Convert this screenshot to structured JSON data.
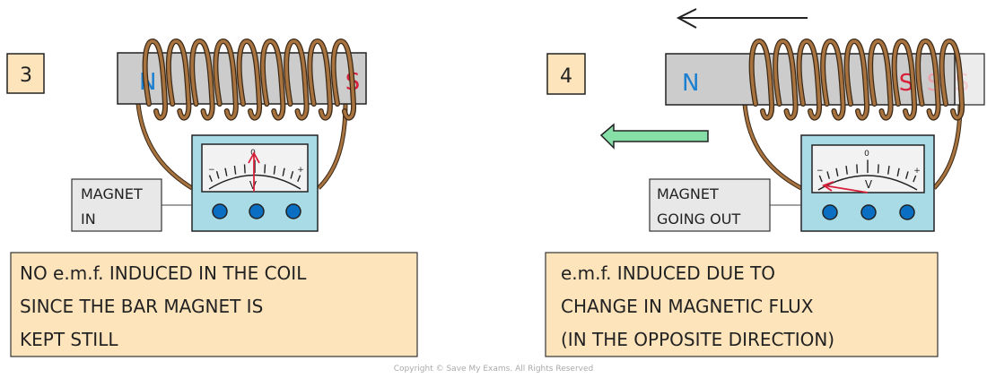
{
  "panels": [
    {
      "number": "3",
      "north_label": "N",
      "south_label": "S",
      "meter": {
        "zero": "0",
        "minus": "−",
        "plus": "+",
        "unit": "V",
        "needle_position": "center"
      },
      "state_label": [
        "MAGNET",
        "IN"
      ],
      "caption": [
        "NO e.m.f. INDUCED IN THE COIL",
        "SINCE THE BAR MAGNET IS",
        "KEPT STILL"
      ]
    },
    {
      "number": "4",
      "north_label": "N",
      "south_label": "S",
      "meter": {
        "zero": "0",
        "minus": "−",
        "plus": "+",
        "unit": "V",
        "needle_position": "negative-deflection"
      },
      "state_label": [
        "MAGNET",
        "GOING OUT"
      ],
      "caption": [
        "e.m.f. INDUCED DUE TO",
        "CHANGE IN MAGNETIC FLUX",
        "(IN THE OPPOSITE DIRECTION)"
      ],
      "motion_direction": "left"
    }
  ],
  "copyright": "Copyright © Save My Exams. All Rights Reserved",
  "colors": {
    "north": "#1a7fd0",
    "south": "#d8203a",
    "coil": "#a8733f",
    "meter": "#a9dbe6",
    "caption_bg": "#fde4bb",
    "green_arrow": "#86dfa6",
    "needle": "#d8203a"
  }
}
